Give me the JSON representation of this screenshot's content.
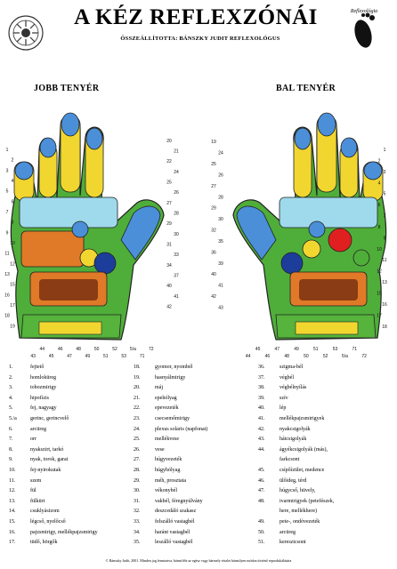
{
  "title": "A KÉZ REFLEXZÓNÁI",
  "subtitle": "ÖSSZEÁLLÍTOTTA: BÁNSZKY JUDIT REFLEXOLÓGUS",
  "logo_right_text": "Reflexológia",
  "left_hand_label": "JOBB TENYÉR",
  "right_hand_label": "BAL TENYÉR",
  "legend_col1": [
    {
      "n": "1.",
      "t": "fejtető"
    },
    {
      "n": "2.",
      "t": "homloküreg"
    },
    {
      "n": "3.",
      "t": "tobozmirigy"
    },
    {
      "n": "4.",
      "t": "hipofízis"
    },
    {
      "n": "5.",
      "t": "fej, nagyagy"
    },
    {
      "n": "5./a",
      "t": "gerinc, gerincvelő"
    },
    {
      "n": "6.",
      "t": "arcüreg"
    },
    {
      "n": "7.",
      "t": "orr"
    },
    {
      "n": "8.",
      "t": "nyakszirt, tarkó"
    },
    {
      "n": "9.",
      "t": "nyak, torok, garat"
    },
    {
      "n": "10.",
      "t": "fej-nyirokutak"
    },
    {
      "n": "11.",
      "t": "szem"
    },
    {
      "n": "12.",
      "t": "fül"
    },
    {
      "n": "13.",
      "t": "fülkürt"
    },
    {
      "n": "14.",
      "t": "csuklyásizom"
    },
    {
      "n": "15.",
      "t": "légcső, nyelőcső"
    },
    {
      "n": "16.",
      "t": "pajzsmirigy, mellékpajzsmirigy"
    },
    {
      "n": "17.",
      "t": "tüdő, hörgők"
    }
  ],
  "legend_col2": [
    {
      "n": "18.",
      "t": "gyomor, nyombél"
    },
    {
      "n": "19.",
      "t": "hasnyálmirigy"
    },
    {
      "n": "20.",
      "t": "máj"
    },
    {
      "n": "21.",
      "t": "epehólyag"
    },
    {
      "n": "22.",
      "t": "epevezeték"
    },
    {
      "n": "23.",
      "t": "csecsemőmirigy"
    },
    {
      "n": "24.",
      "t": "plexus solaris (napfonat)"
    },
    {
      "n": "25.",
      "t": "mellékvese"
    },
    {
      "n": "26.",
      "t": "vese"
    },
    {
      "n": "27.",
      "t": "húgyvezeték"
    },
    {
      "n": "28.",
      "t": "húgyhólyag"
    },
    {
      "n": "29.",
      "t": "méh, prosztata"
    },
    {
      "n": "30.",
      "t": "vékonybél"
    },
    {
      "n": "31.",
      "t": "vakbél, féregnyúlvány"
    },
    {
      "n": "32.",
      "t": "deszcedáló szakasz"
    },
    {
      "n": "33.",
      "t": "felszálló vastagbél"
    },
    {
      "n": "34.",
      "t": "haránt vastagbél"
    },
    {
      "n": "35.",
      "t": "leszálló vastagbél"
    }
  ],
  "legend_col3": [
    {
      "n": "36.",
      "t": "szigma-bél"
    },
    {
      "n": "37.",
      "t": "végbél"
    },
    {
      "n": "38.",
      "t": "végbélnyílás"
    },
    {
      "n": "39.",
      "t": "szív"
    },
    {
      "n": "40.",
      "t": "lép"
    },
    {
      "n": "41.",
      "t": "mellékpajzsmirigyek"
    },
    {
      "n": "42.",
      "t": "nyakcsigolyák"
    },
    {
      "n": "43.",
      "t": "hátcsigolyák"
    },
    {
      "n": "44.",
      "t": "ágyékcsigolyák (más),"
    },
    {
      "n": "",
      "t": "farkcsont"
    },
    {
      "n": "45.",
      "t": "csípőízület, medence"
    },
    {
      "n": "46.",
      "t": "ülőideg, térd"
    },
    {
      "n": "47.",
      "t": "húgycső, hüvely,"
    },
    {
      "n": "48.",
      "t": "ivarmirigyek (petefészek,"
    },
    {
      "n": "",
      "t": "here, mellékhere)"
    },
    {
      "n": "49.",
      "t": "pete-, ondóvezeték"
    },
    {
      "n": "50.",
      "t": "arcüreg"
    },
    {
      "n": "51.",
      "t": "keresztcsont"
    }
  ],
  "footer": "© Bánszky Judit, 2001. Minden jog fenntartva, bármiféle az egész vagy bármely részlet bármilyen módon történő reprodukálására",
  "zone_numbers": {
    "left": [
      "1",
      "2",
      "3",
      "4",
      "5",
      "6",
      "7",
      "8",
      "9",
      "10",
      "11",
      "12",
      "13",
      "15",
      "16",
      "17",
      "18",
      "19",
      "20",
      "21",
      "22",
      "24",
      "25",
      "26",
      "27",
      "28",
      "29",
      "30",
      "31",
      "33",
      "34",
      "37",
      "40",
      "41",
      "42",
      "43",
      "44",
      "45",
      "46",
      "47",
      "48",
      "49",
      "50",
      "51",
      "52",
      "53",
      "5/a",
      "71",
      "72"
    ],
    "right": [
      "1",
      "2",
      "3",
      "4",
      "5",
      "6",
      "7",
      "8",
      "9",
      "10",
      "11",
      "12",
      "13",
      "15",
      "16",
      "17",
      "18",
      "19",
      "24",
      "25",
      "26",
      "27",
      "28",
      "29",
      "30",
      "32",
      "35",
      "36",
      "39",
      "40",
      "41",
      "42",
      "43",
      "44",
      "45",
      "46",
      "47",
      "48",
      "49",
      "50",
      "51",
      "52",
      "53",
      "5/a",
      "71",
      "72"
    ]
  },
  "colors": {
    "finger_tip_blue": "#4b8fd9",
    "finger_yellow": "#f2d630",
    "finger_green": "#56b33c",
    "palm_cyan": "#9fd9ec",
    "palm_green": "#3aa64a",
    "orange": "#e07a28",
    "brown": "#8a3c14",
    "red": "#e02020",
    "dark_blue": "#1c3d99",
    "lower_green": "#4fae3a"
  }
}
